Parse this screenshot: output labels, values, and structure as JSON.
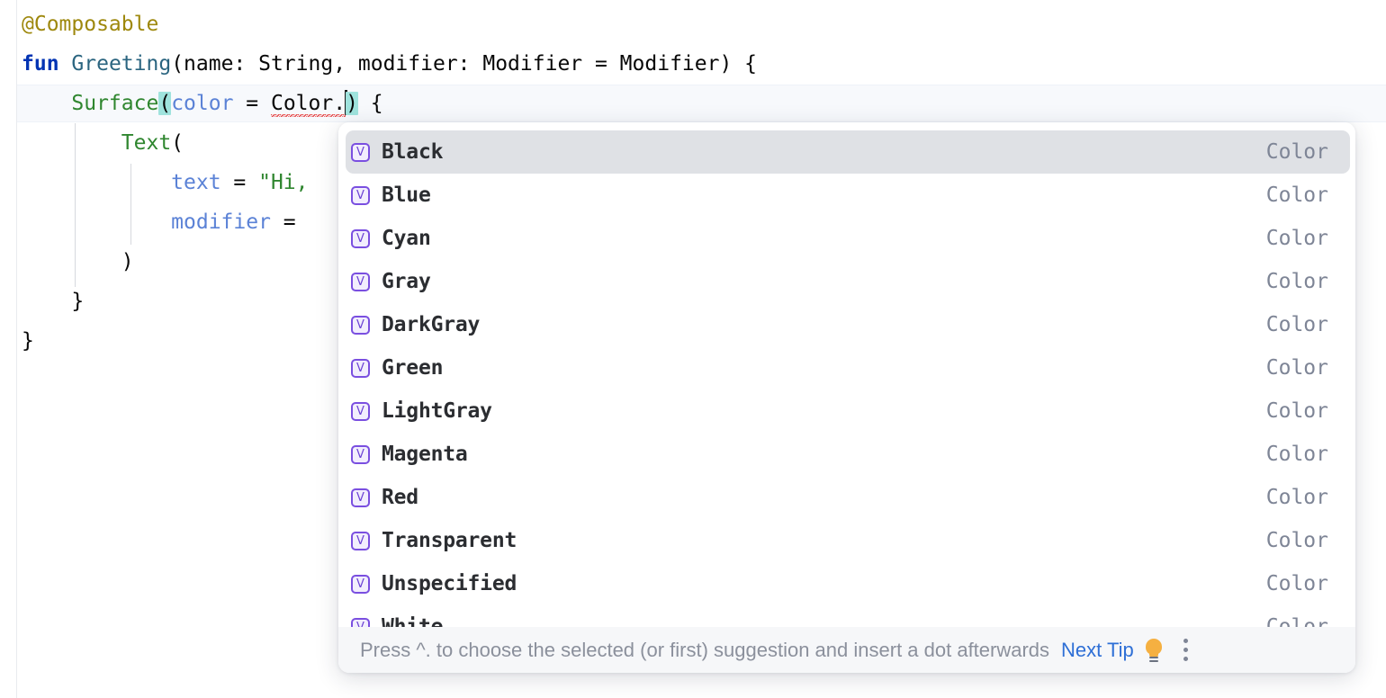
{
  "editor": {
    "language": "Kotlin",
    "gutter_icon": "gutter-divider",
    "lines": [
      {
        "n": 1,
        "indent": 0,
        "text": "@Composable",
        "tokens": [
          {
            "t": "@Composable",
            "c": "tok-ann"
          }
        ]
      },
      {
        "n": 2,
        "indent": 0,
        "text": "fun Greeting(name: String, modifier: Modifier = Modifier) {",
        "tokens": [
          {
            "t": "fun",
            "c": "tok-kw"
          },
          {
            "t": " ",
            "c": "tok-plain"
          },
          {
            "t": "Greeting",
            "c": "tok-fn"
          },
          {
            "t": "(name: String, modifier: Modifier = Modifier) {",
            "c": "tok-plain"
          }
        ]
      },
      {
        "n": 3,
        "indent": 1,
        "text": "    Surface(color = Color.) {",
        "caret_line": true,
        "tokens": [
          {
            "t": "    ",
            "c": "tok-plain"
          },
          {
            "t": "Surface",
            "c": "tok-call"
          },
          {
            "t": "(",
            "c": "tok-plain brk-hl"
          },
          {
            "t": "color",
            "c": "tok-param"
          },
          {
            "t": " = ",
            "c": "tok-plain"
          },
          {
            "t": "Color.",
            "c": "tok-plain err-underline"
          },
          {
            "t": "CARET",
            "c": "caret"
          },
          {
            "t": ")",
            "c": "tok-plain brk-hl"
          },
          {
            "t": " {",
            "c": "tok-plain"
          }
        ]
      },
      {
        "n": 4,
        "indent": 2,
        "text": "        Text(",
        "tokens": [
          {
            "t": "        ",
            "c": "tok-plain"
          },
          {
            "t": "Text",
            "c": "tok-call"
          },
          {
            "t": "(",
            "c": "tok-plain"
          }
        ]
      },
      {
        "n": 5,
        "indent": 3,
        "text": "            text = \"Hi,",
        "tokens": [
          {
            "t": "            ",
            "c": "tok-plain"
          },
          {
            "t": "text",
            "c": "tok-param"
          },
          {
            "t": " = ",
            "c": "tok-plain"
          },
          {
            "t": "\"Hi,",
            "c": "tok-str"
          }
        ]
      },
      {
        "n": 6,
        "indent": 3,
        "text": "            modifier = ",
        "tokens": [
          {
            "t": "            ",
            "c": "tok-plain"
          },
          {
            "t": "modifier",
            "c": "tok-param"
          },
          {
            "t": " = ",
            "c": "tok-plain"
          }
        ]
      },
      {
        "n": 7,
        "indent": 2,
        "text": "        )",
        "tokens": [
          {
            "t": "        )",
            "c": "tok-plain"
          }
        ]
      },
      {
        "n": 8,
        "indent": 1,
        "text": "    }",
        "tokens": [
          {
            "t": "    }",
            "c": "tok-plain"
          }
        ]
      },
      {
        "n": 9,
        "indent": 0,
        "text": "}",
        "tokens": [
          {
            "t": "}",
            "c": "tok-plain"
          }
        ]
      }
    ]
  },
  "completion": {
    "icon_glyph": "V",
    "icon_name": "property-value-icon",
    "selected_index": 0,
    "items": [
      {
        "label": "Black",
        "type": "Color"
      },
      {
        "label": "Blue",
        "type": "Color"
      },
      {
        "label": "Cyan",
        "type": "Color"
      },
      {
        "label": "Gray",
        "type": "Color"
      },
      {
        "label": "DarkGray",
        "type": "Color"
      },
      {
        "label": "Green",
        "type": "Color"
      },
      {
        "label": "LightGray",
        "type": "Color"
      },
      {
        "label": "Magenta",
        "type": "Color"
      },
      {
        "label": "Red",
        "type": "Color"
      },
      {
        "label": "Transparent",
        "type": "Color"
      },
      {
        "label": "Unspecified",
        "type": "Color"
      },
      {
        "label": "White",
        "type": "Color"
      }
    ],
    "footer": {
      "hint": "Press ^. to choose the selected (or first) suggestion and insert a dot afterwards",
      "next_tip_label": "Next Tip",
      "bulb_icon": "lightbulb-icon",
      "menu_icon": "kebab-menu-icon"
    }
  },
  "colors": {
    "annotation": "#9e880d",
    "keyword": "#0033b3",
    "function_decl": "#2b6580",
    "function_call": "#2f862f",
    "named_param": "#5b82d6",
    "string": "#2f862f",
    "bracket_match_bg": "#9fe3dd",
    "caret_line_bg": "#f7f9fc",
    "error_squiggle": "#e64c4c",
    "selection_bg": "#dfe1e5",
    "icon_border": "#7a4fe0",
    "type_text": "#7e8596",
    "link": "#2e6fd6",
    "bulb": "#f5b041",
    "footer_bg": "#f6f7f9"
  }
}
